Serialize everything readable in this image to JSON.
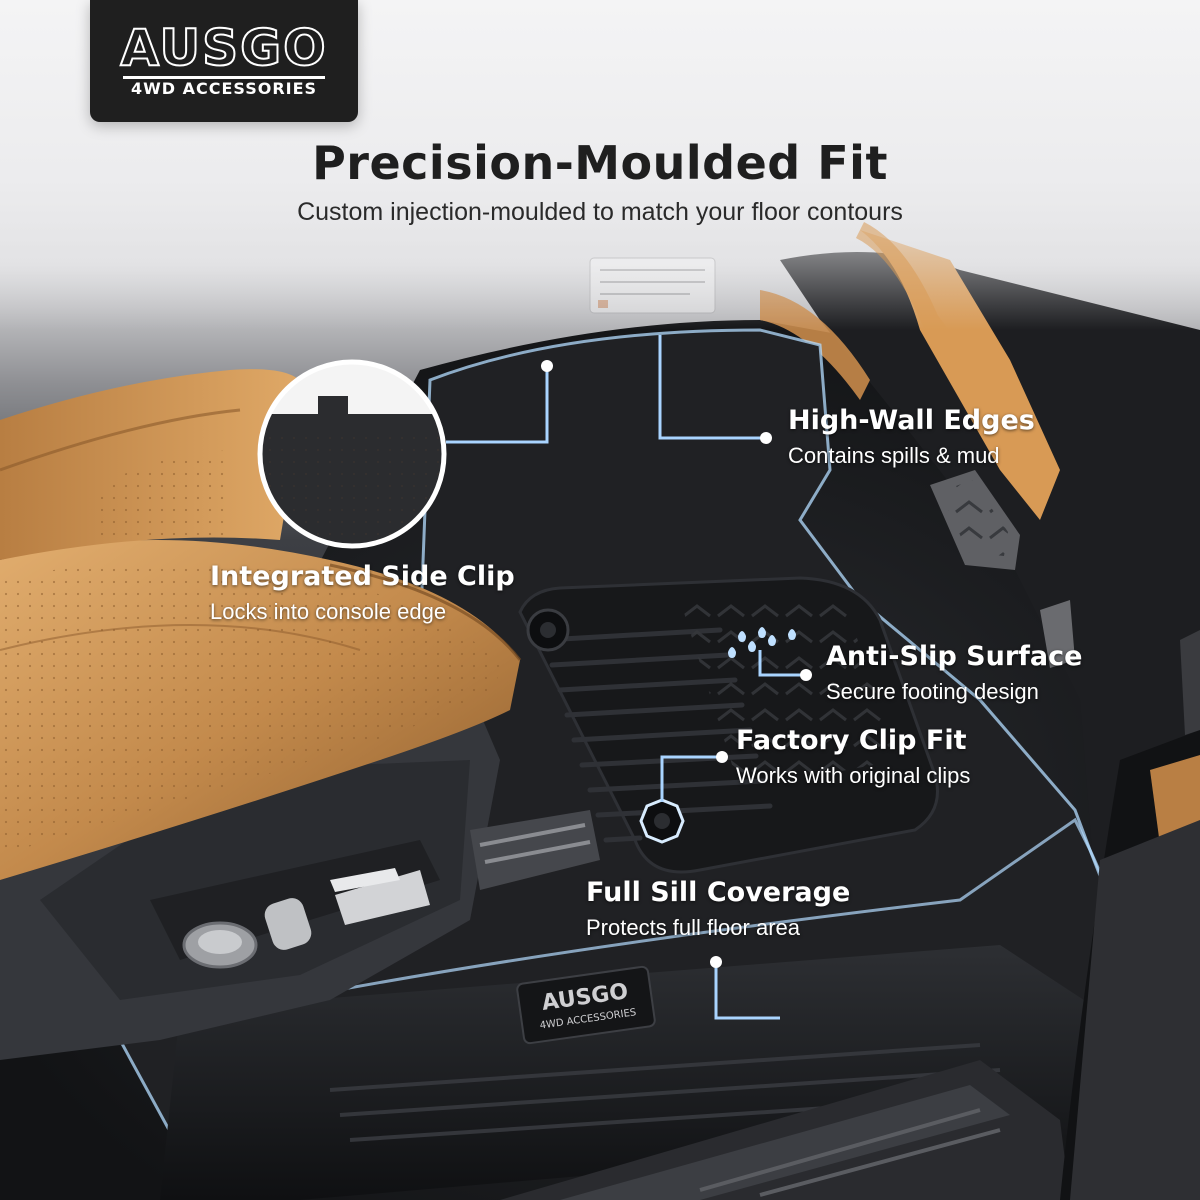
{
  "brand": {
    "name": "AUSGO",
    "tagline": "4WD ACCESSORIES"
  },
  "header": {
    "title": "Precision-Moulded Fit",
    "subtitle": "Custom injection-moulded to match your floor contours"
  },
  "features": [
    {
      "title": "High-Wall Edges",
      "description": "Contains spills & mud"
    },
    {
      "title": "Integrated Side Clip",
      "description": "Locks into console edge"
    },
    {
      "title": "Anti-Slip Surface",
      "description": "Secure footing design"
    },
    {
      "title": "Factory Clip Fit",
      "description": "Works with original clips"
    },
    {
      "title": "Full Sill Coverage",
      "description": "Protects full floor area"
    }
  ],
  "colors": {
    "accent_line": "#a9d4ff",
    "text_dark": "#1f1f1f",
    "seat_leather": "#c99150",
    "mat_black": "#1a1b1d"
  }
}
